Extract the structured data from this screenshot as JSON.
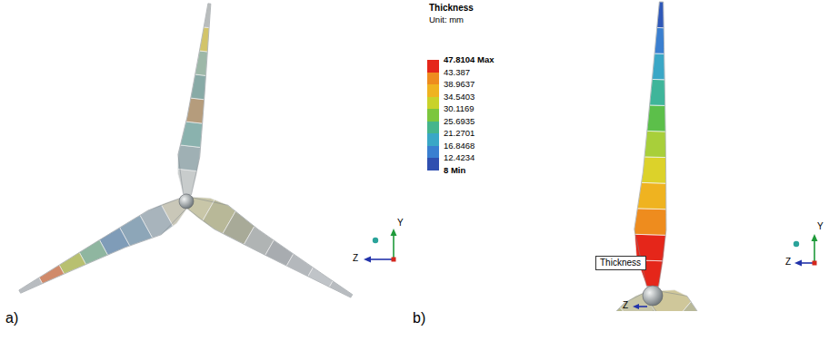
{
  "diagram": {
    "nodes": [
      {
        "text": [
          "Thickness"
        ]
      }
    ],
    "labels": [
      "Thickness",
      "Unit: mm",
      "8 Min",
      "Y",
      "Z",
      "Z",
      "Y",
      "Z",
      "a)",
      "b)"
    ],
    "legend": [
      {
        "text": "47.8104 Max",
        "color": "#e5261a"
      },
      {
        "text": "43.387",
        "color": "#ee8c1e"
      },
      {
        "text": "38.9637",
        "color": "#efb320"
      },
      {
        "text": "34.5403",
        "color": "#c9d22a"
      },
      {
        "text": "30.1169",
        "color": "#7cc63e"
      },
      {
        "text": "25.6935",
        "color": "#45b58c"
      },
      {
        "text": "21.2701",
        "color": "#3aa7c6"
      },
      {
        "text": "16.8468",
        "color": "#3a7fd0"
      },
      {
        "text": "12.4234",
        "color": "#2f4fb0"
      }
    ]
  }
}
